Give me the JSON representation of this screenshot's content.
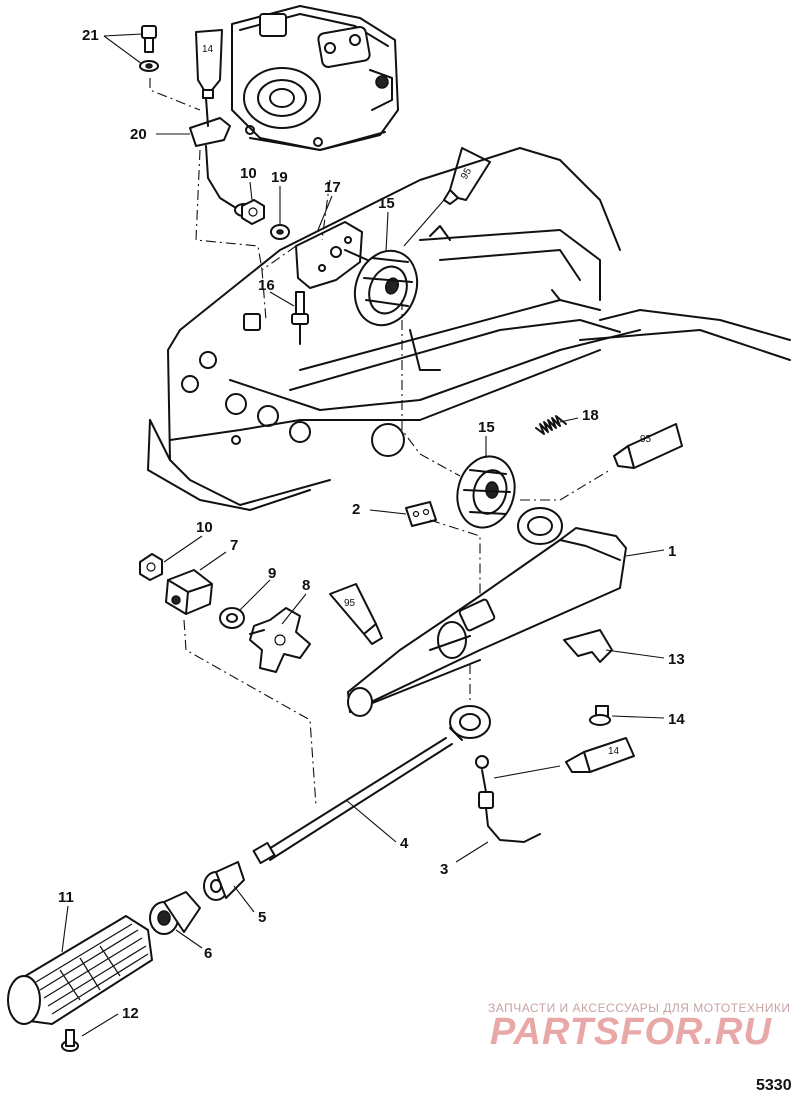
{
  "figure_number": "5330",
  "watermark": {
    "tagline": "ЗАПЧАСТИ И АКСЕССУАРЫ ДЛЯ МОТОТЕХНИКИ",
    "logo": "PARTSFOR.RU"
  },
  "callouts": {
    "c1": "1",
    "c2": "2",
    "c3": "3",
    "c4": "4",
    "c5": "5",
    "c6": "6",
    "c7": "7",
    "c8": "8",
    "c9": "9",
    "c10a": "10",
    "c10b": "10",
    "c11": "11",
    "c12": "12",
    "c13": "13",
    "c14": "14",
    "c15a": "15",
    "c15b": "15",
    "c16": "16",
    "c17": "17",
    "c18": "18",
    "c19": "19",
    "c20": "20",
    "c21": "21"
  },
  "tubes": {
    "t14_top": "14",
    "t95_top": "95",
    "t95_right": "95",
    "t95_mid": "95",
    "t14_right": "14"
  }
}
